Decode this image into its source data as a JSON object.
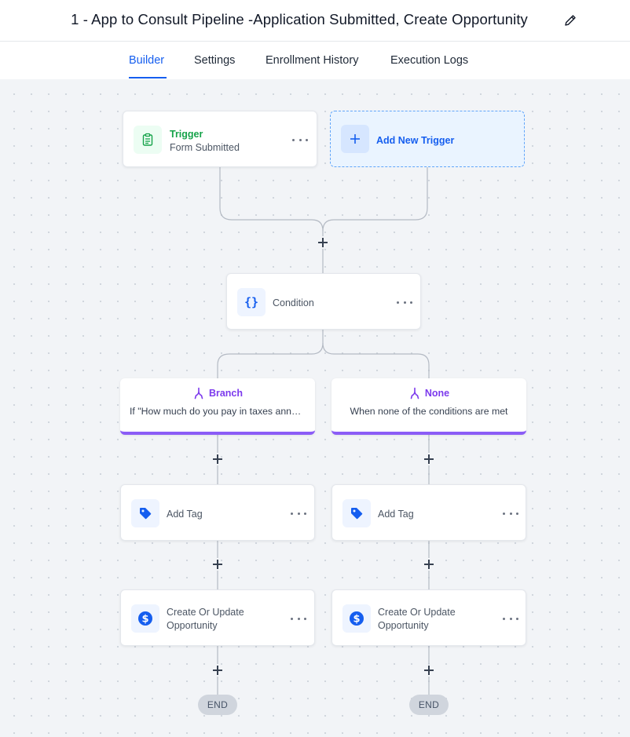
{
  "header": {
    "title": "1 - App to Consult Pipeline -Application Submitted, Create Opportunity"
  },
  "tabs": [
    {
      "label": "Builder",
      "active": true
    },
    {
      "label": "Settings",
      "active": false
    },
    {
      "label": "Enrollment History",
      "active": false
    },
    {
      "label": "Execution Logs",
      "active": false
    }
  ],
  "workflow": {
    "trigger": {
      "title": "Trigger",
      "subtitle": "Form Submitted",
      "icon": "clipboard-icon"
    },
    "add_trigger": {
      "label": "Add New Trigger",
      "icon": "plus-icon"
    },
    "condition": {
      "label": "Condition",
      "icon": "braces-icon"
    },
    "branches": [
      {
        "name": "Branch",
        "description": "If \"How much do you pay in taxes annually?\"",
        "icon": "branch-fork-icon",
        "actions": [
          {
            "label": "Add Tag",
            "icon": "tag-icon"
          },
          {
            "label": "Create Or Update Opportunity",
            "label_line1": "Create Or Update",
            "label_line2": "Opportunity",
            "icon": "dollar-circle-icon"
          }
        ],
        "end_label": "END"
      },
      {
        "name": "None",
        "description": "When none of the conditions are met",
        "icon": "branch-fork-icon",
        "actions": [
          {
            "label": "Add Tag",
            "icon": "tag-icon"
          },
          {
            "label": "Create Or Update Opportunity",
            "label_line1": "Create Or Update",
            "label_line2": "Opportunity",
            "icon": "dollar-circle-icon"
          }
        ],
        "end_label": "END"
      }
    ]
  },
  "colors": {
    "accent": "#155eef",
    "trigger_green": "#16a34a",
    "branch_purple": "#7c3aed"
  }
}
